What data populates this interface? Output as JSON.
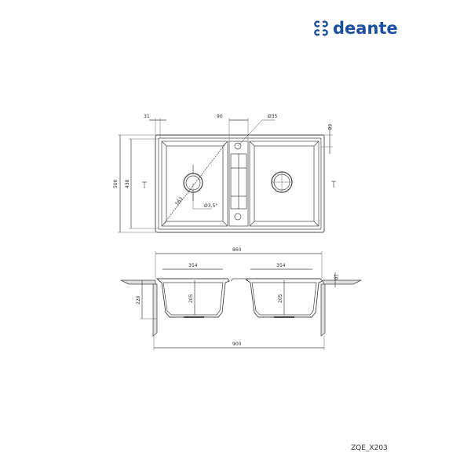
{
  "brand": {
    "name": "deante",
    "color": "#1b4f9c",
    "icon": "deante-logo-icon"
  },
  "product_code": "ZQE_X203",
  "top_view": {
    "dimensions": {
      "outer_depth": "500",
      "inner_depth": "438",
      "left_margin": "31",
      "center_width": "90",
      "tap_hole": "Ø35",
      "top_margin": "68",
      "diagonal": "563",
      "drain_angle": "Ø3,5°"
    }
  },
  "section_view": {
    "dimensions": {
      "inner_length": "860",
      "bowl_left_width": "354",
      "bowl_right_width": "354",
      "rim_thickness": "10",
      "cabinet_depth": "220",
      "bowl_left_depth": "205",
      "bowl_right_depth": "205",
      "overall_length": "900"
    }
  }
}
